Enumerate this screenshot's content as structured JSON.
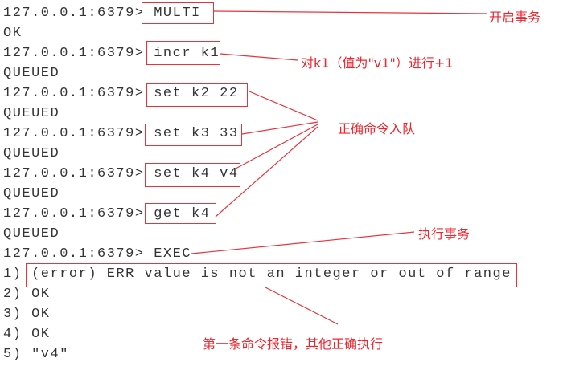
{
  "terminal": {
    "lines": [
      "127.0.0.1:6379> MULTI",
      "OK",
      "127.0.0.1:6379> incr k1",
      "QUEUED",
      "127.0.0.1:6379> set k2 22",
      "QUEUED",
      "127.0.0.1:6379> set k3 33",
      "QUEUED",
      "127.0.0.1:6379> set k4 v4",
      "QUEUED",
      "127.0.0.1:6379> get k4",
      "QUEUED",
      "127.0.0.1:6379> EXEC",
      "1) (error) ERR value is not an integer or out of range",
      "2) OK",
      "3) OK",
      "4) OK",
      "5) \"v4\""
    ]
  },
  "annotations": {
    "start_transaction": "开启事务",
    "incr_note": "对k1（值为\"v1\"）进行+1",
    "queued_note": "正确命令入队",
    "exec_note": "执行事务",
    "result_note": "第一条命令报错，其他正确执行"
  },
  "colors": {
    "annotation": "#f0242d",
    "text": "#333333"
  }
}
